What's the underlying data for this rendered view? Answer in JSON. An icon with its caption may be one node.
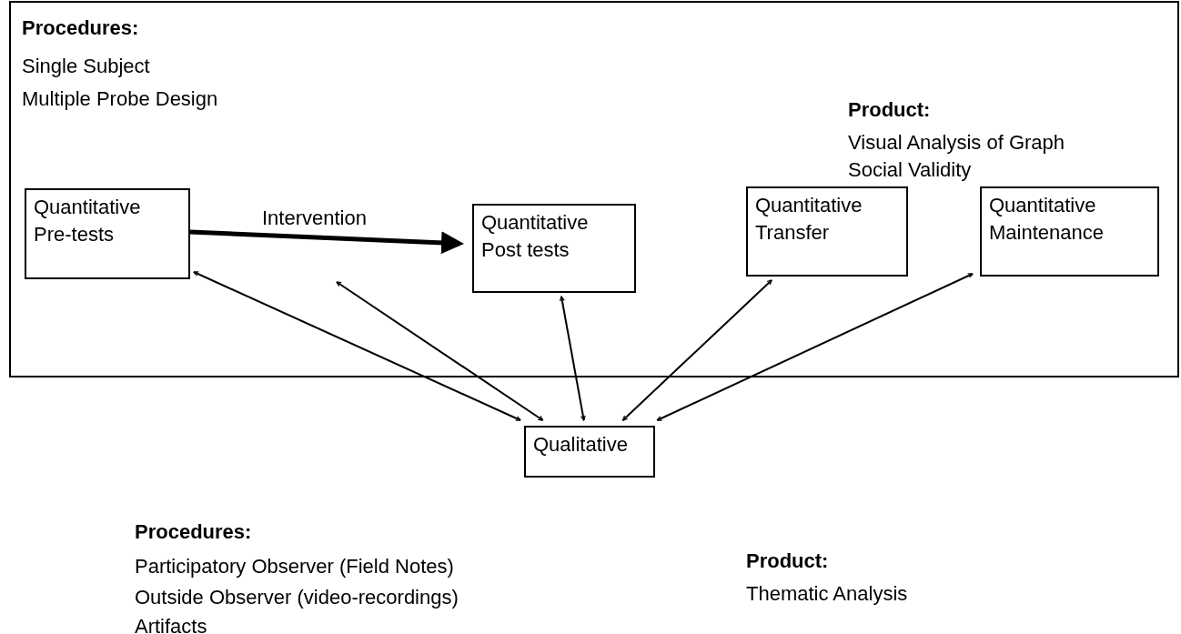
{
  "diagram": {
    "nodes": [
      {
        "text": [
          "Procedures:",
          "Single Subject",
          "Multiple Probe Design",
          "Product:",
          "Visual Analysis of Graph",
          "Social Validity"
        ]
      },
      {
        "text": [
          "Quantitative Pre-tests"
        ],
        "in": 0
      },
      {
        "text": [
          "Quantitative Post tests"
        ],
        "in": 0
      },
      {
        "text": [
          "Quantitative Transfer"
        ],
        "in": 0
      },
      {
        "text": [
          "Quantitative Maintenance"
        ],
        "in": 0
      },
      {
        "text": [
          "Qualitative"
        ]
      }
    ],
    "edges": [
      {
        "from": 1,
        "to": 2,
        "arrow": "to",
        "label": "Intervention",
        "style": "thick"
      },
      {
        "from": 5,
        "to": 1,
        "arrow": "both"
      },
      {
        "from": 5,
        "to": null,
        "arrow": "both"
      },
      {
        "from": 5,
        "to": 2,
        "arrow": "both"
      },
      {
        "from": 5,
        "to": 3,
        "arrow": "both"
      },
      {
        "from": 5,
        "to": 4,
        "arrow": "both"
      }
    ],
    "labels": [
      "Procedures:",
      "Participatory Observer (Field Notes)",
      "Outside Observer (video-recordings)",
      "Artifacts",
      "Product:",
      "Thematic Analysis"
    ]
  }
}
